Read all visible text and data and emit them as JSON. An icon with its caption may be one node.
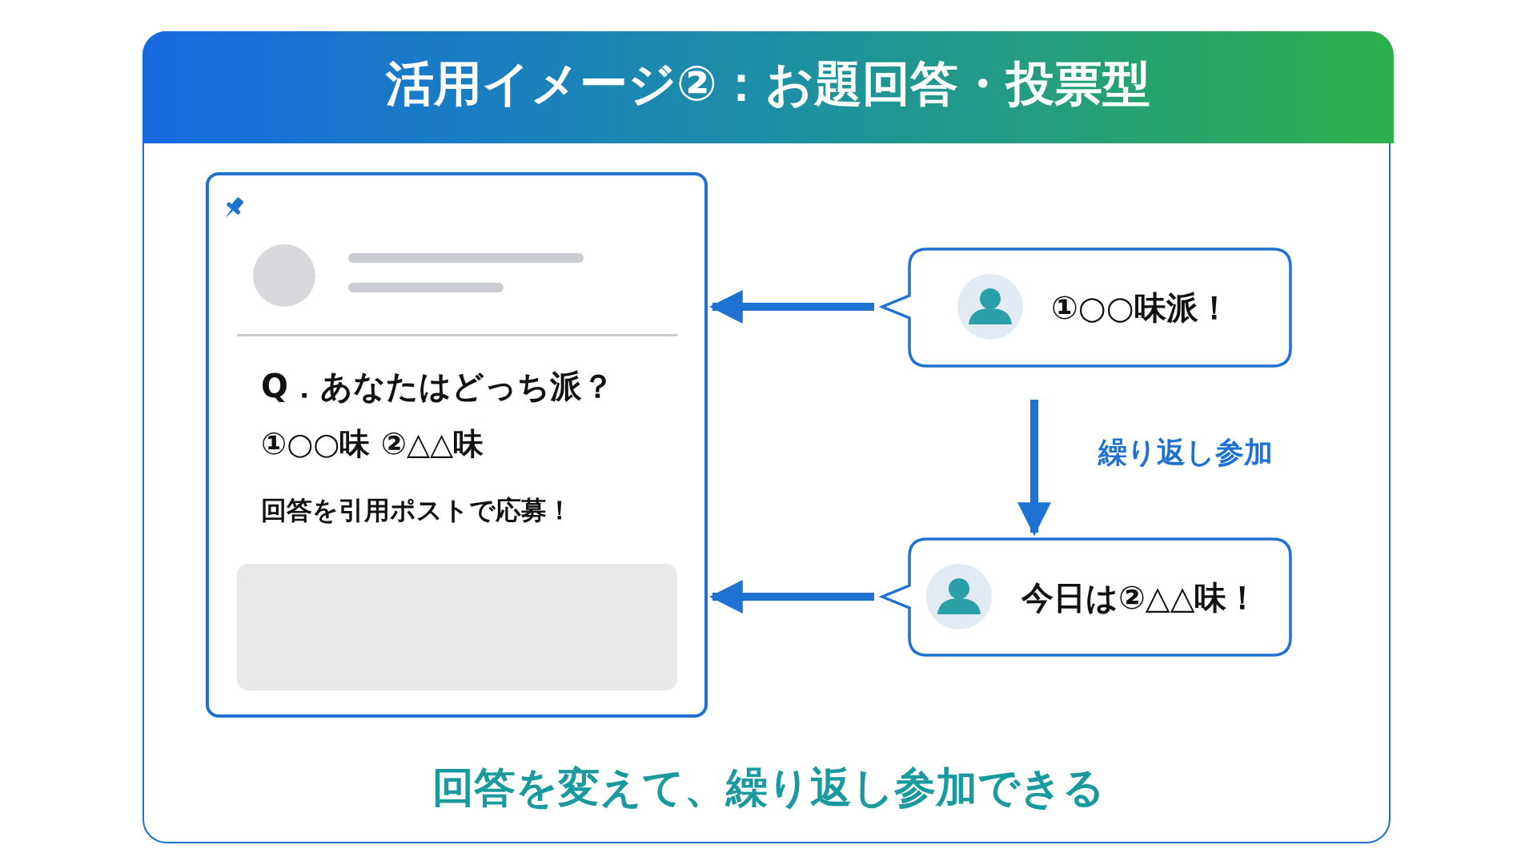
{
  "diagram": {
    "title": "活用イメージ②：お題回答・投票型",
    "nodes": [
      {
        "text": [
          "Q．あなたはどっち派？",
          "①○○味 ②△△味",
          "回答を引用ポストで応募！"
        ]
      },
      {
        "text": [
          "①○○味派！"
        ]
      },
      {
        "text": [
          "今日は②△△味！"
        ]
      }
    ],
    "edges": [
      {
        "from": 1,
        "to": 0,
        "arrow": "to"
      },
      {
        "from": 1,
        "to": 2,
        "arrow": "to",
        "label": "繰り返し参加"
      },
      {
        "from": 2,
        "to": 0,
        "arrow": "to"
      }
    ],
    "caption": "回答を変えて、繰り返し参加できる"
  }
}
